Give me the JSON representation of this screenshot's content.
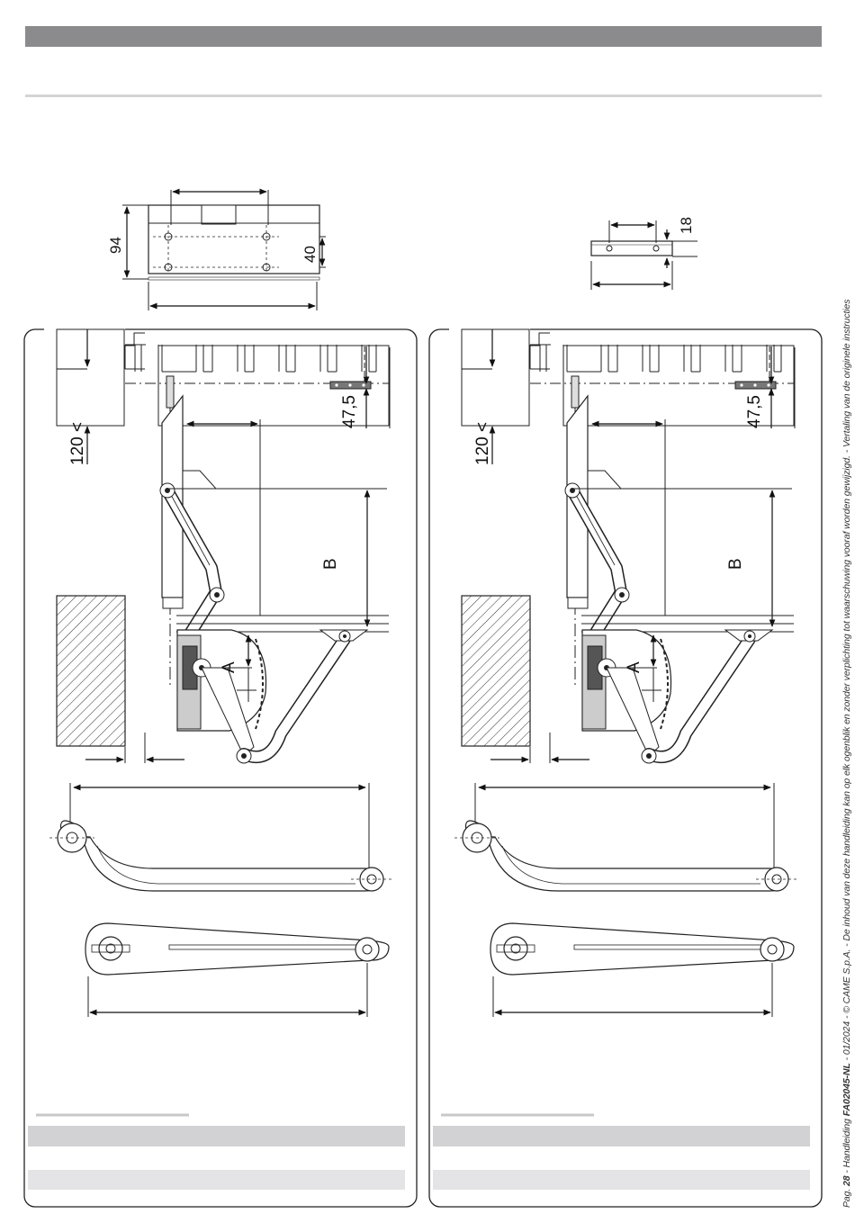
{
  "header": {
    "bar_color": "#8b8b8d",
    "rule_color": "#d4d4d6"
  },
  "top_drawings": {
    "bracket_dimensions": {
      "height": "94",
      "depth": "40"
    },
    "plate_dimensions": {
      "height": "18"
    }
  },
  "panels": [
    {
      "id": "left",
      "labels": {
        "min_distance": "120 <",
        "offset": "47,5",
        "dim_a": "A",
        "dim_b": "B"
      }
    },
    {
      "id": "right",
      "labels": {
        "min_distance": "120 <",
        "offset": "47,5",
        "dim_a": "A",
        "dim_b": "B"
      }
    }
  ],
  "footer": {
    "prefix": "Pag. ",
    "page": "28",
    "mid1": " - Handleiding ",
    "manual_code": "FA02045-NL",
    "rest": " - 01/2024 - © CAME S.p.A. - De inhoud van deze handleiding kan op elk ogenblik en zonder verplichting tot waarschuwing vooraf worden gewijzigd. - Vertaling van de originele instructies"
  }
}
